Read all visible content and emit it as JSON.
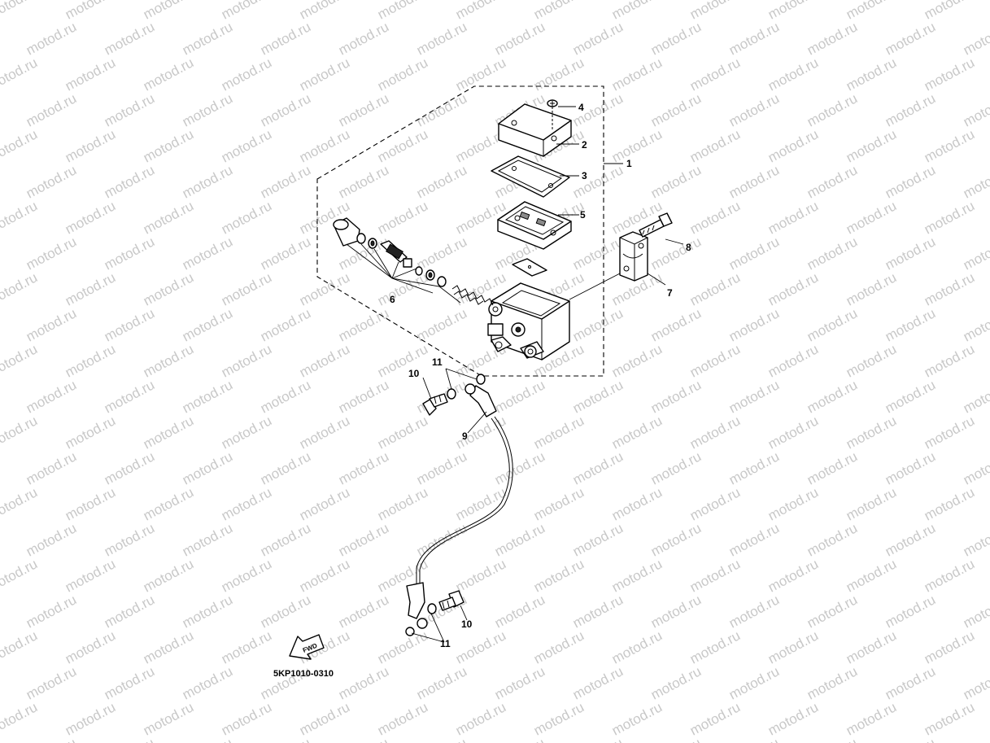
{
  "watermark": {
    "text": "motod.ru",
    "color": "#c8c8c8"
  },
  "diagram_code": "5KP1010-0310",
  "fwd_label": "FWD",
  "callouts": [
    {
      "id": "callout-1",
      "label": "1"
    },
    {
      "id": "callout-2",
      "label": "2"
    },
    {
      "id": "callout-3",
      "label": "3"
    },
    {
      "id": "callout-4",
      "label": "4"
    },
    {
      "id": "callout-5",
      "label": "5"
    },
    {
      "id": "callout-6",
      "label": "6"
    },
    {
      "id": "callout-7",
      "label": "7"
    },
    {
      "id": "callout-8",
      "label": "8"
    },
    {
      "id": "callout-9",
      "label": "9"
    },
    {
      "id": "callout-10a",
      "label": "10"
    },
    {
      "id": "callout-11a",
      "label": "11"
    },
    {
      "id": "callout-10b",
      "label": "10"
    },
    {
      "id": "callout-11b",
      "label": "11"
    }
  ]
}
